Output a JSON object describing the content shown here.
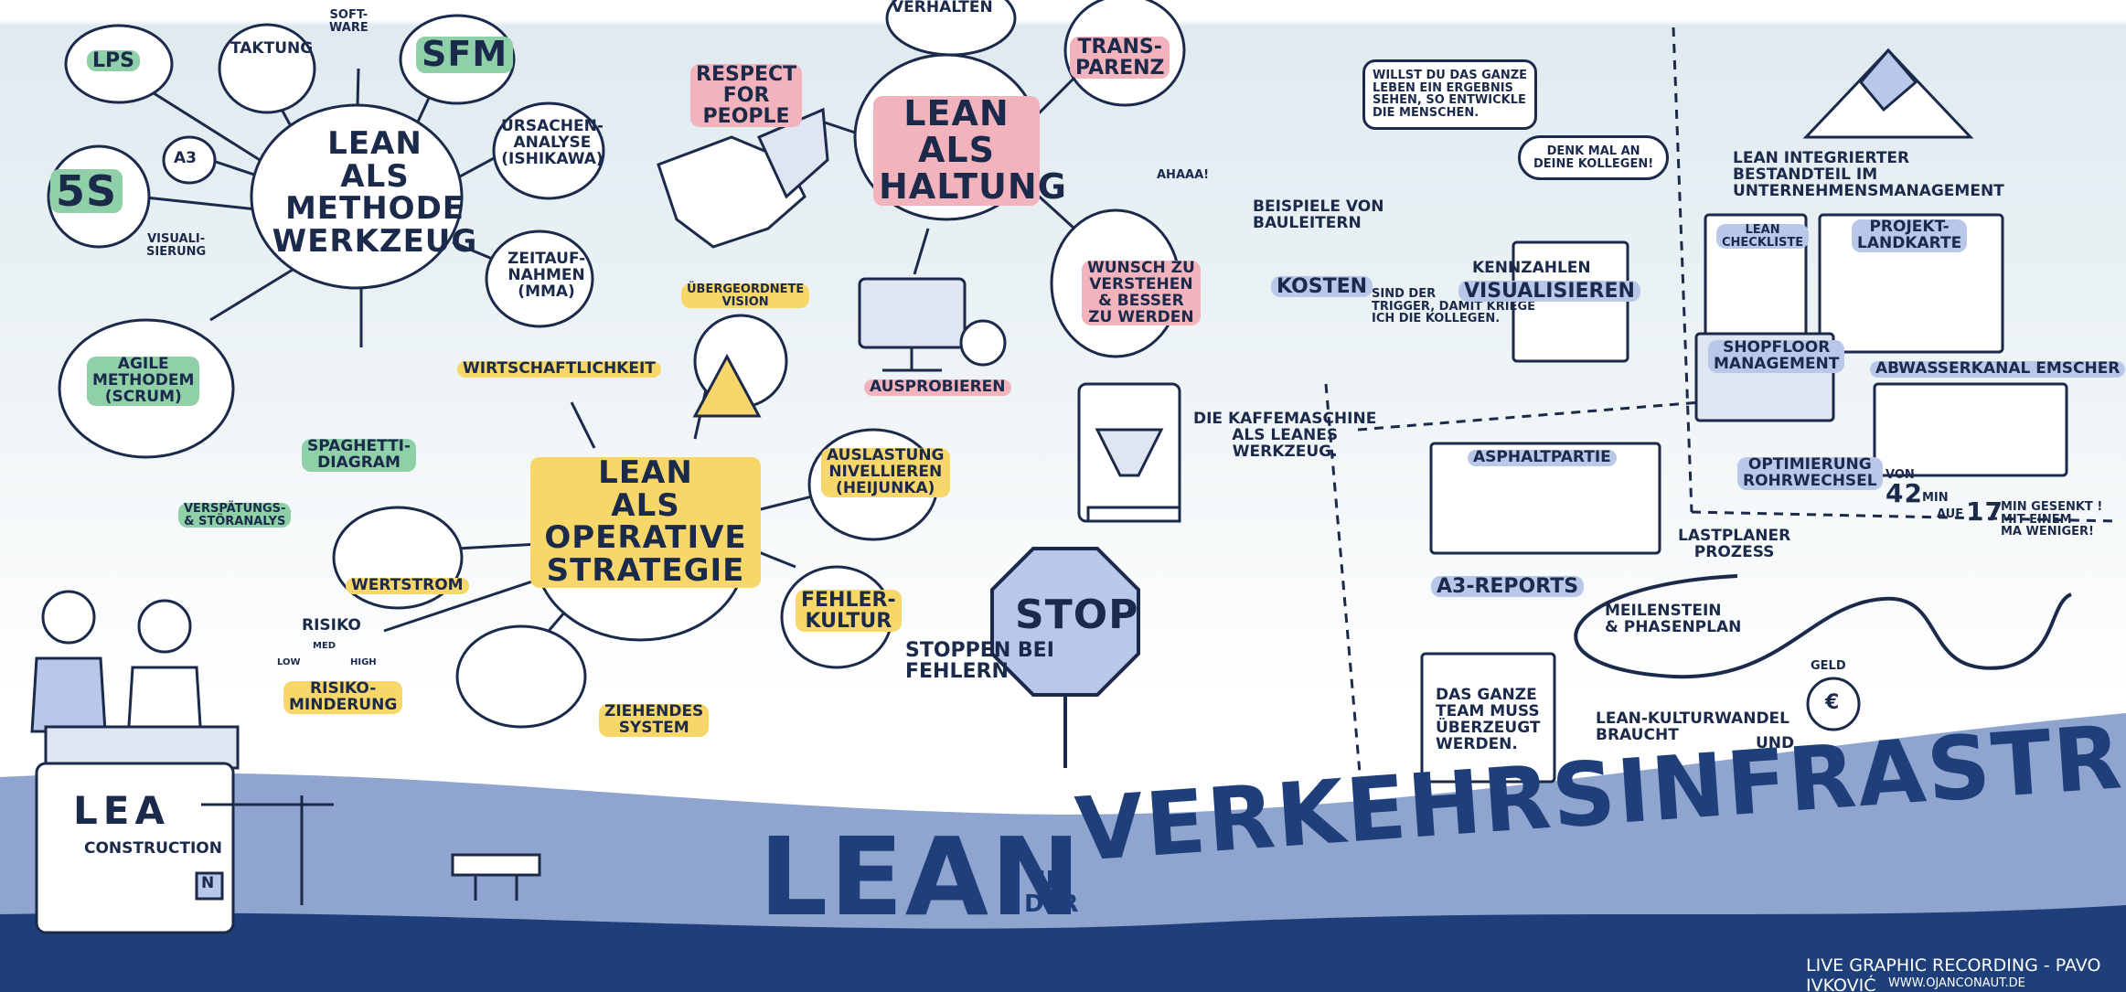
{
  "colors": {
    "navy": "#1b2a4a",
    "blue": "#1e3f7a",
    "green": "#8fd0a8",
    "pink": "#f3b3bd",
    "yellow": "#f7d76a",
    "lightblue": "#b9c7e8",
    "band": "#8fa5cf"
  },
  "methode": {
    "title": "LEAN\nALS\nMETHODE\nWERKZEUG",
    "lps": "LPS",
    "taktung": "TAKTUNG",
    "software": "SOFT-\nWARE",
    "sfm": "SFM",
    "a3": "A3",
    "s5": "5S",
    "ursachen": "URSACHEN-\nANALYSE\n(ISHIKAWA)",
    "visual": "VISUALI-\nSIERUNG",
    "zeit": "ZEITAUF-\nNAHMEN\n(MMA)",
    "agile": "AGILE\nMETHODEM\n(SCRUM)",
    "spaghetti": "SPAGHETTI-\nDIAGRAM",
    "verspaetung": "VERSPÄTUNGS-\n& STÖRANALYS"
  },
  "haltung": {
    "title": "LEAN\nALS\nHALTUNG",
    "verhalten": "VERHALTEN",
    "respect": "RESPECT\nFOR\nPEOPLE",
    "transparenz": "TRANS-\nPARENZ",
    "ahaaa": "AHAAA!",
    "wunsch": "WUNSCH ZU\nVERSTEHEN\n& BESSER\nZU WERDEN",
    "ausprobieren": "AUSPROBIEREN"
  },
  "operativ": {
    "title": "LEAN\nALS\nOPERATIVE\nSTRATEGIE",
    "vision": "ÜBERGEORDNETE\nVISION",
    "wirtschaft": "WIRTSCHAFTLICHKEIT",
    "auslastung": "AUSLASTUNG\nNIVELLIEREN\n(HEIJUNKA)",
    "wertstrom": "WERTSTROM",
    "fehlerkultur": "FEHLER-\nKULTUR",
    "risiko": "RISIKO",
    "niedrig": "LOW",
    "mittel": "MED",
    "hoch": "HIGH",
    "risikominderung": "RISIKO-\nMINDERUNG",
    "ziehendes": "ZIEHENDES\nSYSTEM",
    "stop": "STOP",
    "stoppen": "STOPPEN BEI\nFEHLERN"
  },
  "kaffee": "DIE KAFFEMASCHINE\nALS LEANES\nWERKZEUG.",
  "bauleiter": {
    "speech1": "WILLST DU DAS GANZE\nLEBEN EIN ERGEBNIS\nSEHEN, SO ENTWICKLE\nDIE MENSCHEN.",
    "speech2": "DENK MAL AN\nDEINE KOLLEGEN!",
    "beispiele": "BEISPIELE VON\nBAULEITERN",
    "kosten": "KOSTEN",
    "kosten_text": "SIND DER\nTRIGGER, DAMIT KRIEGE\nICH DIE KOLLEGEN.",
    "kennzahlen": "KENNZAHLEN",
    "visualisieren": "VISUALISIEREN"
  },
  "integration": {
    "text": "LEAN INTEGRIERTER\nBESTANDTEIL IM\nUNTERNEHMENSMANAGEMENT",
    "checkliste": "LEAN\nCHECKLISTE",
    "projekt": "PROJEKT-\nLANDKARTE",
    "shopfloor": "SHOPFLOOR\nMANAGEMENT",
    "abwasser": "ABWASSERKANAL EMSCHER",
    "optimierung": "OPTIMIERUNG\nROHRWECHSEL",
    "von": "VON",
    "min42": "42",
    "min": "MIN",
    "auf": "AUF",
    "min17": "17",
    "gesenkt": "MIN GESENKT !\nMIT EINEM\nMA WENIGER!"
  },
  "lastplaner": {
    "asphalt": "ASPHALTPARTIE",
    "a3reports": "A3-REPORTS",
    "lastplaner": "LASTPLANER\nPROZESS",
    "meilenstein": "MEILENSTEIN\n& PHASENPLAN",
    "team": "DAS GANZE\nTEAM MUSS\nÜBERZEUGT\nWERDEN.",
    "kultur": "LEAN-KULTURWANDEL\nBRAUCHT",
    "und": "UND",
    "geld": "GELD",
    "euro": "€"
  },
  "footer": {
    "lea": "LEA",
    "construction": "CONSTRUCTION",
    "n": "N",
    "title_lean": "LEAN",
    "title_inder": "IN\nDER",
    "title_main": "VERKEHRSINFRASTRUKTUR",
    "credit": "LIVE GRAPHIC RECORDING - PAVO IVKOVIĆ",
    "url": "WWW.OJANCONAUT.DE"
  }
}
